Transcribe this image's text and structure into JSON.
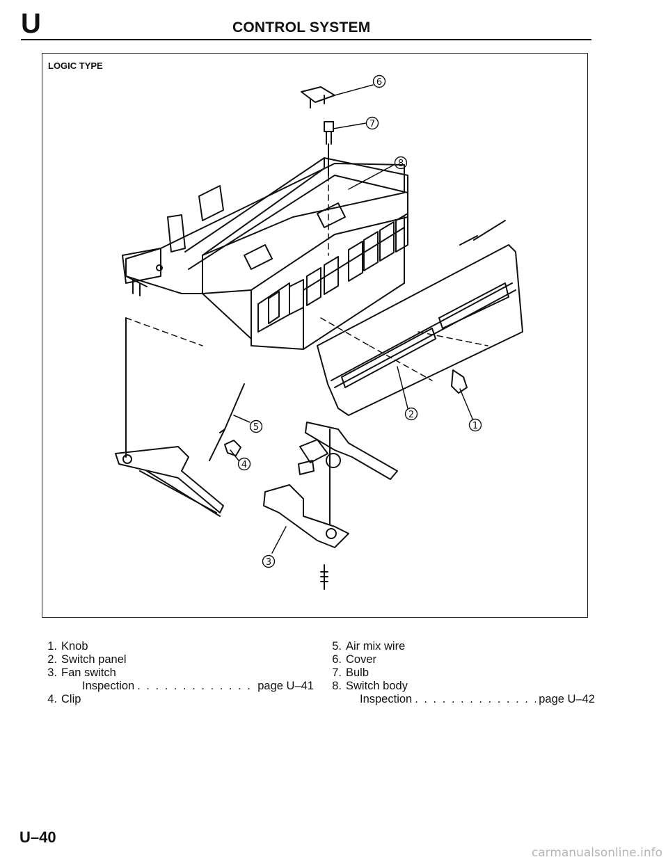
{
  "header": {
    "section_letter": "U",
    "title": "CONTROL SYSTEM"
  },
  "figure": {
    "label": "LOGIC TYPE",
    "callouts": [
      "1",
      "2",
      "3",
      "4",
      "5",
      "6",
      "7",
      "8"
    ]
  },
  "legend": {
    "left": [
      {
        "num": "1.",
        "label": "Knob"
      },
      {
        "num": "2.",
        "label": "Switch panel"
      },
      {
        "num": "3.",
        "label": "Fan switch",
        "sub": {
          "label": "Inspection",
          "ref": "page U–41"
        }
      },
      {
        "num": "4.",
        "label": "Clip"
      }
    ],
    "right": [
      {
        "num": "5.",
        "label": "Air mix wire"
      },
      {
        "num": "6.",
        "label": "Cover"
      },
      {
        "num": "7.",
        "label": "Bulb"
      },
      {
        "num": "8.",
        "label": "Switch body",
        "sub": {
          "label": "Inspection",
          "ref": "page U–42"
        }
      }
    ]
  },
  "footer": {
    "page_number": "U–40",
    "watermark": "carmanualsonline.info"
  },
  "colors": {
    "ink": "#111111",
    "paper": "#ffffff",
    "watermark": "#b5b5b5"
  }
}
